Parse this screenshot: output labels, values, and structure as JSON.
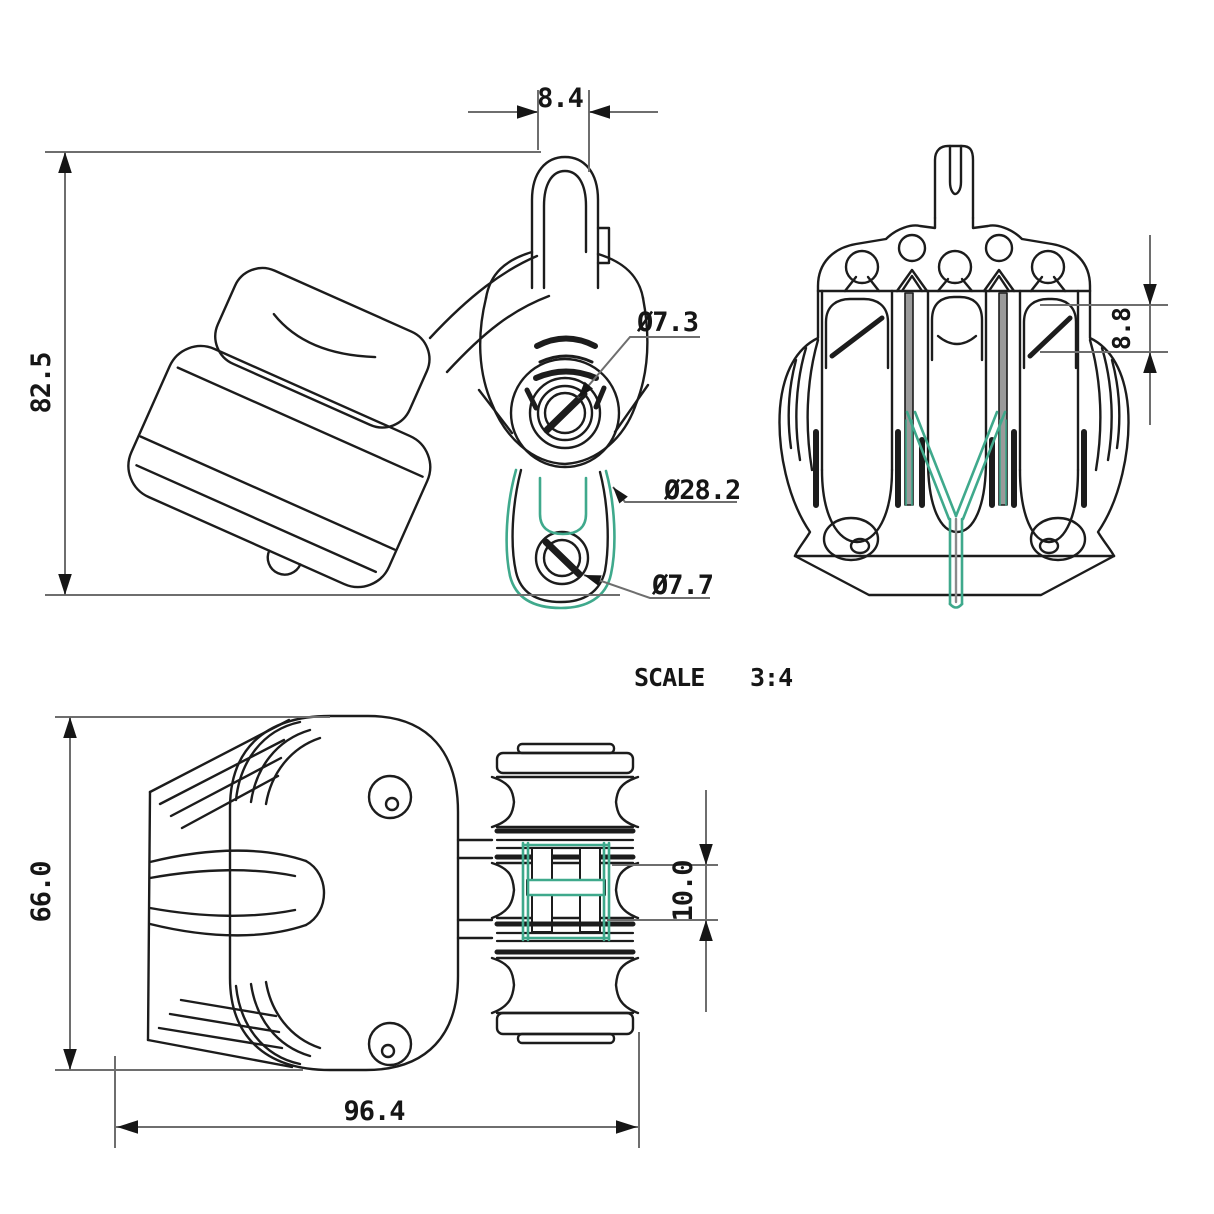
{
  "drawing": {
    "scale_note": {
      "label": "SCALE",
      "value": "3:4"
    },
    "side_view": {
      "shackle_width": "8.4",
      "overall_height": "82.5",
      "axle_diameter": "Ø7.3",
      "sheave_diameter": "Ø28.2",
      "becket_hole_diameter": "Ø7.7"
    },
    "front_view": {
      "sheave_groove_depth": "8.8"
    },
    "top_view": {
      "overall_width": "66.0",
      "overall_length": "96.4",
      "sheave_groove_width": "10.0"
    },
    "colors": {
      "outline": "#1c1c1c",
      "dimension": "#6e6e6e",
      "accent_green": "#3fa98c"
    }
  }
}
